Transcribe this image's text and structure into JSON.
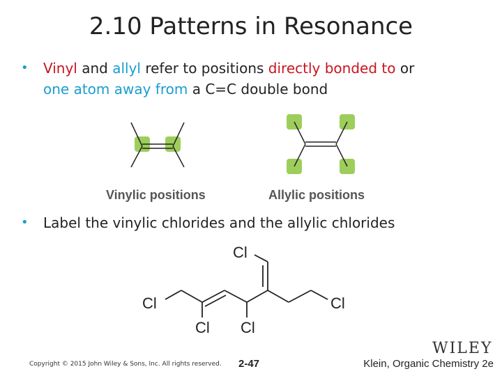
{
  "title": "2.10 Patterns in Resonance",
  "bullet1": {
    "vinyl": "Vinyl",
    "and": " and ",
    "allyl": "allyl",
    "refer": " refer to positions ",
    "directly": "directly bonded to",
    "or": " or",
    "one_atom": "one atom away from",
    "rest": " a C=C double bond"
  },
  "captions": {
    "vinylic": "Vinylic positions",
    "allylic": "Allylic positions"
  },
  "bullet2": "Label the vinylic chlorides and the allylic chlorides",
  "molecule_labels": {
    "cl_top": "Cl",
    "cl_left": "Cl",
    "cl_right": "Cl",
    "cl_bottom_left": "Cl",
    "cl_bottom_mid": "Cl"
  },
  "footer": {
    "copyright": "Copyright © 2015 John Wiley & Sons, Inc. All rights reserved.",
    "page": "2-47",
    "credit": "Klein, Organic Chemistry 2e",
    "logo": "WILEY"
  },
  "colors": {
    "red": "#c8141e",
    "cyan": "#1a9dd0",
    "highlight": "#8cc63f"
  }
}
